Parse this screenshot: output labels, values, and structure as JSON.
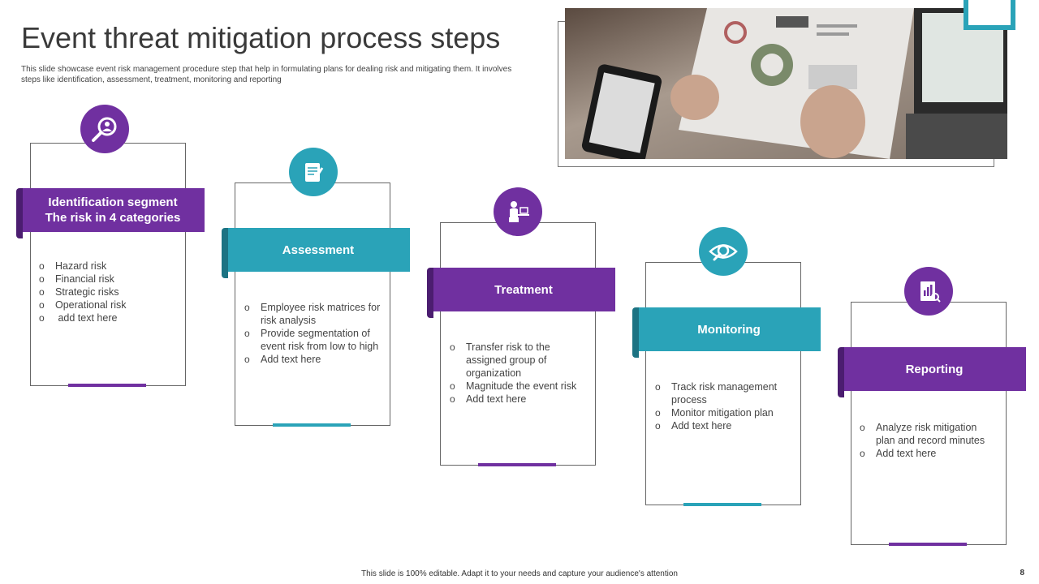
{
  "slide": {
    "title": "Event threat mitigation process steps",
    "subtitle": "This slide showcase event risk management procedure step that help in formulating plans for dealing risk and mitigating them. It involves steps like identification, assessment, treatment, monitoring and reporting",
    "footer": "This slide is 100% editable. Adapt it to your needs and capture your audience's attention",
    "page_number": "8"
  },
  "colors": {
    "purple": "#7030a0",
    "teal": "#2aa3b8"
  },
  "steps": [
    {
      "title_line1": "Identification segment",
      "title_line2": "The risk in 4 categories",
      "icon": "magnifier-person-icon",
      "color": "purple",
      "items": [
        "Hazard risk",
        "Financial risk",
        "Strategic risks",
        "Operational risk",
        " add text here"
      ]
    },
    {
      "title_line1": "Assessment",
      "icon": "clipboard-pencil-icon",
      "color": "teal",
      "items": [
        "Employee risk matrices for risk analysis",
        "Provide segmentation of event risk from low to high",
        "Add text here"
      ]
    },
    {
      "title_line1": "Treatment",
      "icon": "person-at-desk-icon",
      "color": "purple",
      "items": [
        "Transfer risk to the assigned group of organization",
        "Magnitude the event risk",
        "Add text here"
      ]
    },
    {
      "title_line1": "Monitoring",
      "icon": "eye-magnifier-icon",
      "color": "teal",
      "items": [
        "Track risk management process",
        "Monitor mitigation plan",
        "Add text here"
      ]
    },
    {
      "title_line1": "Reporting",
      "icon": "report-chart-icon",
      "color": "purple",
      "items": [
        "Analyze risk mitigation plan and record minutes",
        "Add text here"
      ]
    }
  ]
}
